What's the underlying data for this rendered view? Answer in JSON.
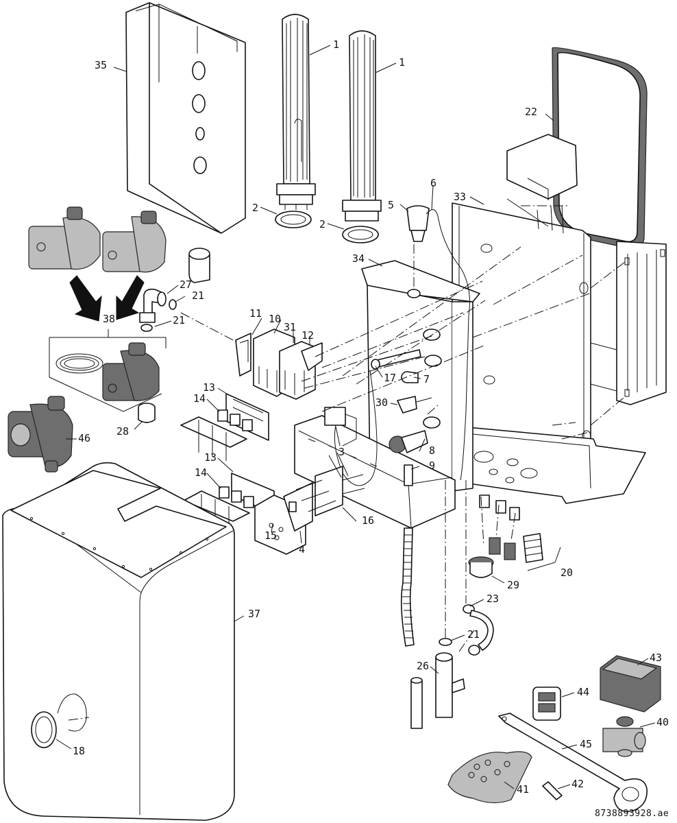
{
  "labels": {
    "l1a": "1",
    "l1b": "1",
    "l2a": "2",
    "l2b": "2",
    "l3": "3",
    "l4": "4",
    "l5": "5",
    "l6": "6",
    "l7": "7",
    "l8": "8",
    "l9": "9",
    "l10": "10",
    "l11": "11",
    "l12": "12",
    "l13a": "13",
    "l13b": "13",
    "l14a": "14",
    "l14b": "14",
    "l15": "15",
    "l16": "16",
    "l17": "17",
    "l18": "18",
    "l20": "20",
    "l21a": "21",
    "l21b": "21",
    "l21c": "21",
    "l22": "22",
    "l23": "23",
    "l26": "26",
    "l27": "27",
    "l28": "28",
    "l29": "29",
    "l30": "30",
    "l31": "31",
    "l33": "33",
    "l34": "34",
    "l35": "35",
    "l37": "37",
    "l38": "38",
    "l40": "40",
    "l41": "41",
    "l42": "42",
    "l43": "43",
    "l44": "44",
    "l45": "45",
    "l46": "46"
  },
  "reference": "8738893928.ae"
}
